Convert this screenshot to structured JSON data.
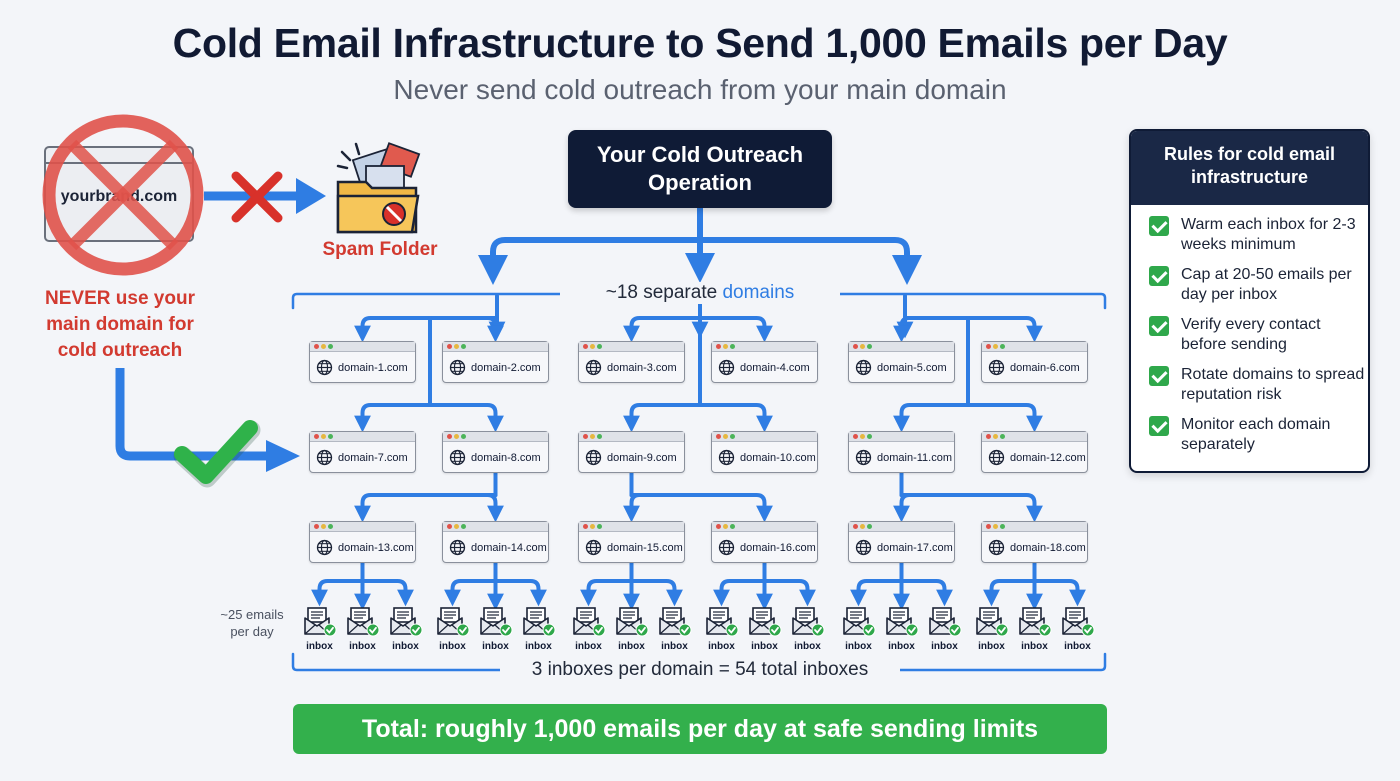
{
  "title": "Cold Email Infrastructure to Send 1,000 Emails per Day",
  "subtitle": "Never send cold outreach from your main domain",
  "left_panel": {
    "brand_domain": "yourbrand.com",
    "spam_label": "Spam Folder",
    "warning_lines": [
      "NEVER use your",
      "main domain for",
      "cold outreach"
    ],
    "colors": {
      "bad": "#d23a30",
      "good": "#33b04c",
      "arrow": "#2f7de3"
    }
  },
  "operation": {
    "lines": [
      "Your Cold Outreach",
      "Operation"
    ]
  },
  "domains_label": {
    "prefix": "~18 separate",
    "highlight": "domains"
  },
  "domains": [
    "domain-1.com",
    "domain-2.com",
    "domain-3.com",
    "domain-4.com",
    "domain-5.com",
    "domain-6.com",
    "domain-7.com",
    "domain-8.com",
    "domain-9.com",
    "domain-10.com",
    "domain-11.com",
    "domain-12.com",
    "domain-13.com",
    "domain-14.com",
    "domain-15.com",
    "domain-16.com",
    "domain-17.com",
    "domain-18.com"
  ],
  "inbox_label": "inbox",
  "per_day_lines": [
    "~25 emails",
    "per day"
  ],
  "inbox_summary": "3 inboxes per domain = 54 total inboxes",
  "total_banner": "Total: roughly 1,000 emails per day at safe sending limits",
  "rules": {
    "title_lines": [
      "Rules for cold email",
      "infrastructure"
    ],
    "items": [
      "Warm each inbox for 2-3 weeks minimum",
      "Cap at 20-50 emails per day per inbox",
      "Verify every contact before sending",
      "Rotate domains to spread reputation risk",
      "Monitor each domain separately"
    ]
  }
}
